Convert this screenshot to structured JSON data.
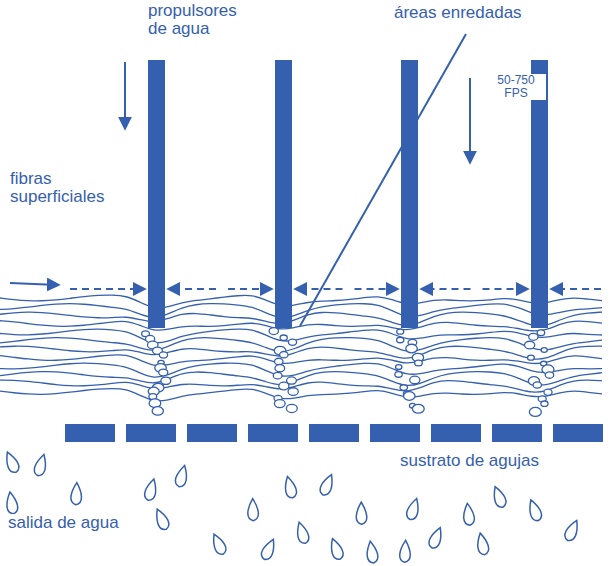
{
  "diagram": {
    "labels": [
      "propulsores de agua",
      "áreas enredadas",
      "50-750 FPS",
      "fibras superficiales",
      "sustrato de agujas",
      "salida de agua"
    ]
  }
}
